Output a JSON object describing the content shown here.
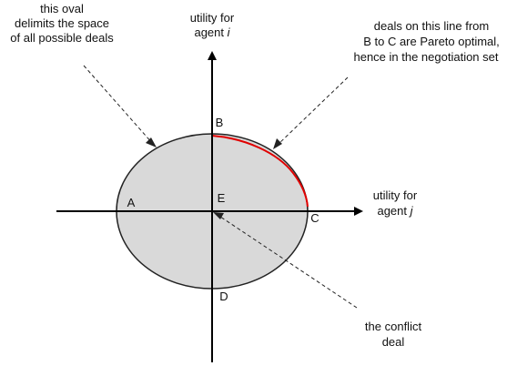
{
  "diagram": {
    "oval_note": {
      "line1": "this oval",
      "line2": "delimits the space",
      "line3": "of all possible deals"
    },
    "y_axis_label": {
      "line1": "utility for",
      "line2_prefix": "agent ",
      "line2_var": "i"
    },
    "x_axis_label": {
      "line1": "utility for",
      "line2_prefix": "agent ",
      "line2_var": "j"
    },
    "pareto_note": {
      "line1": "deals on this line from",
      "line2": "B to C are Pareto optimal,",
      "line3": "hence in the negotiation set"
    },
    "conflict_note": {
      "line1": "the conflict",
      "line2": "deal"
    },
    "points": {
      "A": "A",
      "B": "B",
      "C": "C",
      "D": "D",
      "E": "E"
    },
    "colors": {
      "oval_fill": "#d9d9d9",
      "pareto_line": "#e00000",
      "axis": "#000000"
    }
  }
}
